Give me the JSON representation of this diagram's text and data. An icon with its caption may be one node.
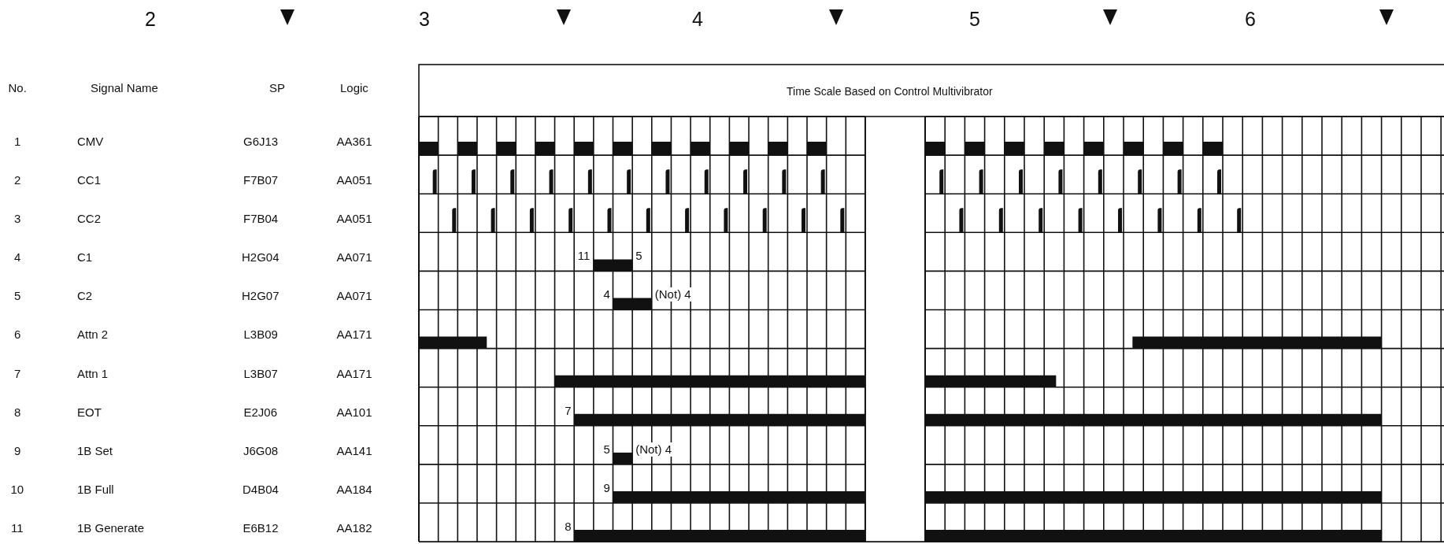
{
  "diagram": {
    "labels": [
      "2",
      "3",
      "4",
      "5",
      "6",
      "No.",
      "Signal Name",
      "SP",
      "Logic",
      "Time Scale Based on Control Multivibrator",
      "1",
      "CMV",
      "G6J13",
      "AA361",
      "2",
      "CC1",
      "F7B07",
      "AA051",
      "3",
      "CC2",
      "F7B04",
      "AA051",
      "4",
      "C1",
      "H2G04",
      "AA071",
      "11",
      "5",
      "5",
      "C2",
      "H2G07",
      "AA071",
      "4",
      "(Not) 4",
      "6",
      "Attn 2",
      "L3B09",
      "AA171",
      "7",
      "Attn 1",
      "L3B07",
      "AA171",
      "8",
      "EOT",
      "E2J06",
      "AA101",
      "7",
      "9",
      "1B Set",
      "J6G08",
      "AA141",
      "5",
      "(Not) 4",
      "10",
      "1B Full",
      "D4B04",
      "AA184",
      "9",
      "11",
      "1B Generate",
      "E6B12",
      "AA182",
      "8"
    ]
  }
}
